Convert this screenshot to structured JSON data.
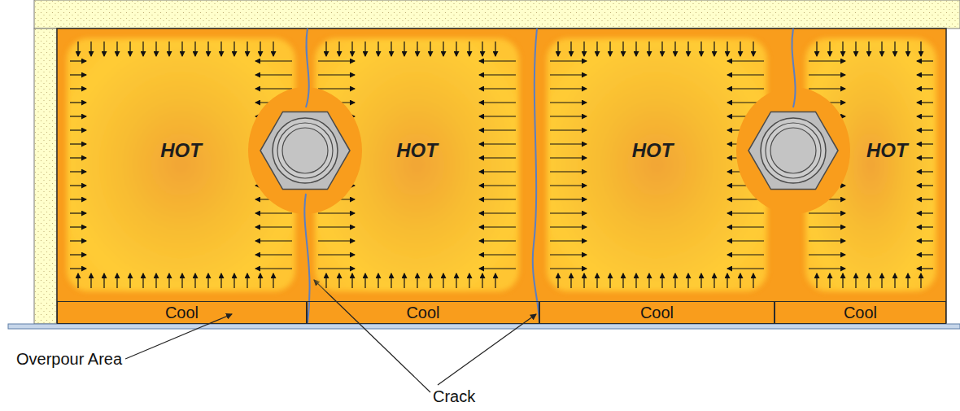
{
  "diagram": {
    "nodes": [
      {
        "text": [
          "HOT"
        ]
      },
      {
        "text": [
          "HOT"
        ]
      },
      {
        "text": [
          "HOT"
        ]
      },
      {
        "text": [
          "HOT"
        ]
      },
      {
        "text": [
          "Cool"
        ]
      },
      {
        "text": [
          "Cool"
        ]
      },
      {
        "text": [
          "Cool"
        ]
      },
      {
        "text": [
          "Cool"
        ]
      }
    ],
    "labels": [
      "Overpour Area",
      "Crack"
    ]
  }
}
